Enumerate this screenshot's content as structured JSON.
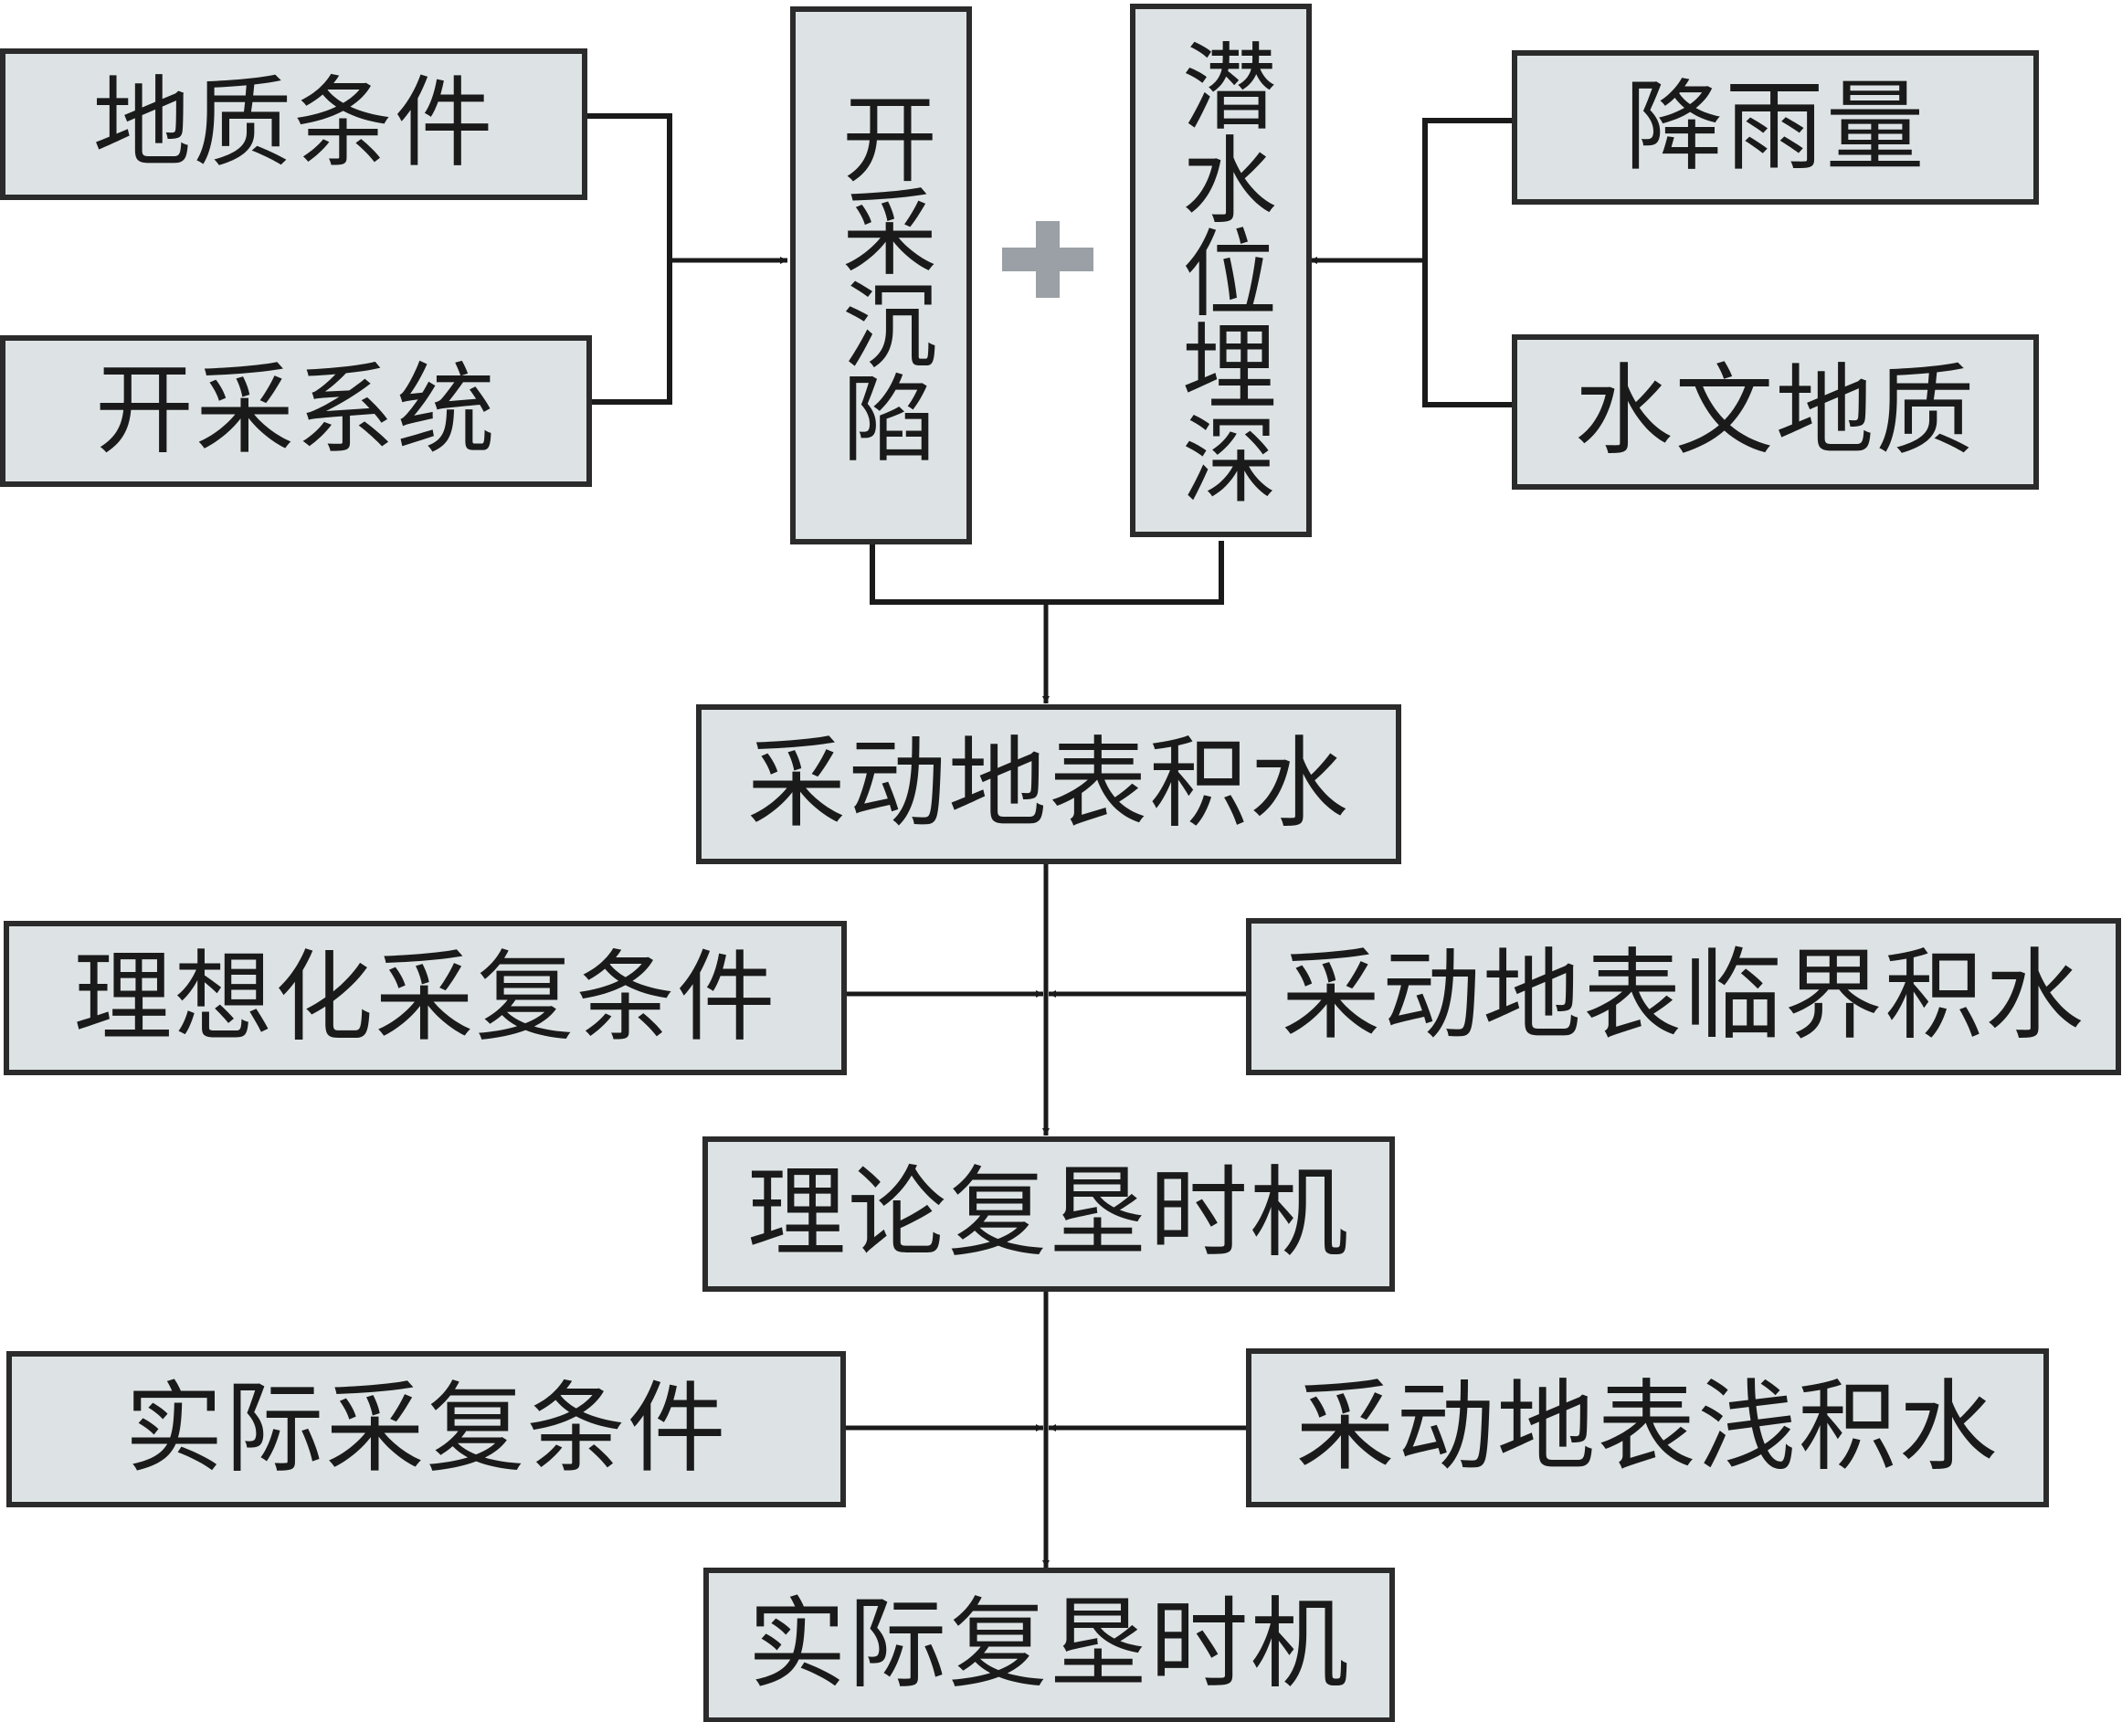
{
  "diagram": {
    "nodes": {
      "geological_conditions": "地质条件",
      "mining_system": "开采系统",
      "mining_subsidence": "开采沉陷",
      "phreatic_depth": "潜水位埋深",
      "rainfall": "降雨量",
      "hydrogeology": "水文地质",
      "surface_ponding": "采动地表积水",
      "ideal_reclamation_conditions": "理想化采复条件",
      "critical_surface_ponding": "采动地表临界积水",
      "theoretical_reclamation_timing": "理论复垦时机",
      "actual_reclamation_conditions": "实际采复条件",
      "shallow_surface_ponding": "采动地表浅积水",
      "actual_reclamation_timing": "实际复垦时机"
    },
    "combine_symbol": "plus-icon",
    "colors": {
      "box_fill": "#dde3e4",
      "stroke": "#2b2b2b",
      "plus": "#9aa0a5"
    }
  }
}
